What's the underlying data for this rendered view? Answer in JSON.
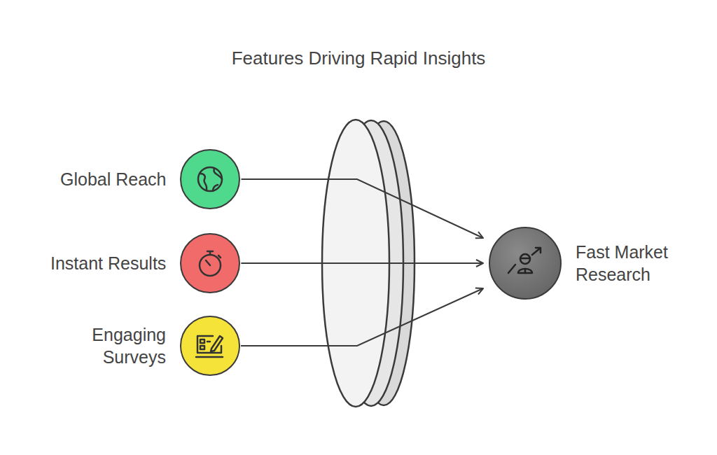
{
  "diagram": {
    "title": "Features Driving Rapid Insights",
    "nodes": [
      {
        "text": [
          "Global Reach"
        ]
      },
      {
        "text": [
          "Instant Results"
        ]
      },
      {
        "text": [
          "Engaging Surveys"
        ]
      },
      {
        "text": [
          "Fast Market Research"
        ]
      }
    ],
    "edges": [
      {
        "from": 0,
        "to": 3,
        "arrow": "to"
      },
      {
        "from": 1,
        "to": 3,
        "arrow": "to"
      },
      {
        "from": 2,
        "to": 3,
        "arrow": "to"
      }
    ]
  }
}
